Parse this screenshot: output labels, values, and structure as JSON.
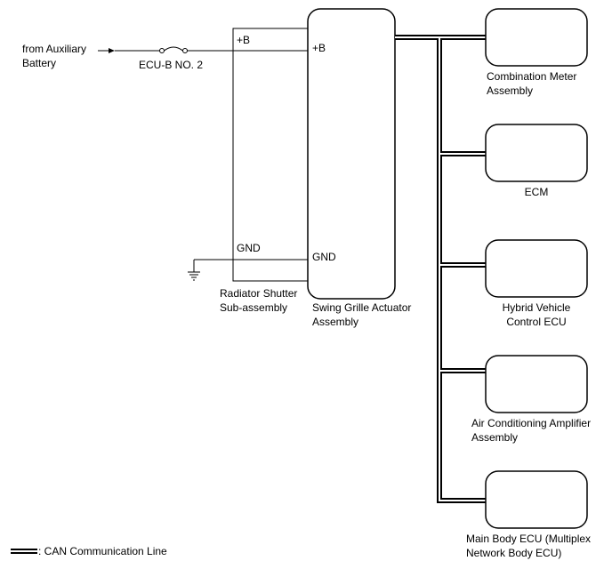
{
  "source": {
    "line1": "from Auxiliary",
    "line2": "Battery"
  },
  "fuse": {
    "label": "ECU-B NO. 2"
  },
  "radiator_shutter": {
    "pin_b": "+B",
    "pin_gnd": "GND",
    "line1": "Radiator Shutter",
    "line2": "Sub-assembly"
  },
  "actuator": {
    "pin_b": "+B",
    "pin_gnd": "GND",
    "line1": "Swing Grille Actuator",
    "line2": "Assembly"
  },
  "ecus": [
    {
      "line1": "Combination Meter",
      "line2": "Assembly"
    },
    {
      "line1": "ECM",
      "line2": ""
    },
    {
      "line1": "Hybrid Vehicle",
      "line2": "Control ECU"
    },
    {
      "line1": "Air Conditioning Amplifier",
      "line2": "Assembly"
    },
    {
      "line1": "Main Body ECU (Multiplex",
      "line2": "Network Body ECU)"
    }
  ],
  "legend": {
    "label": ": CAN Communication Line"
  }
}
